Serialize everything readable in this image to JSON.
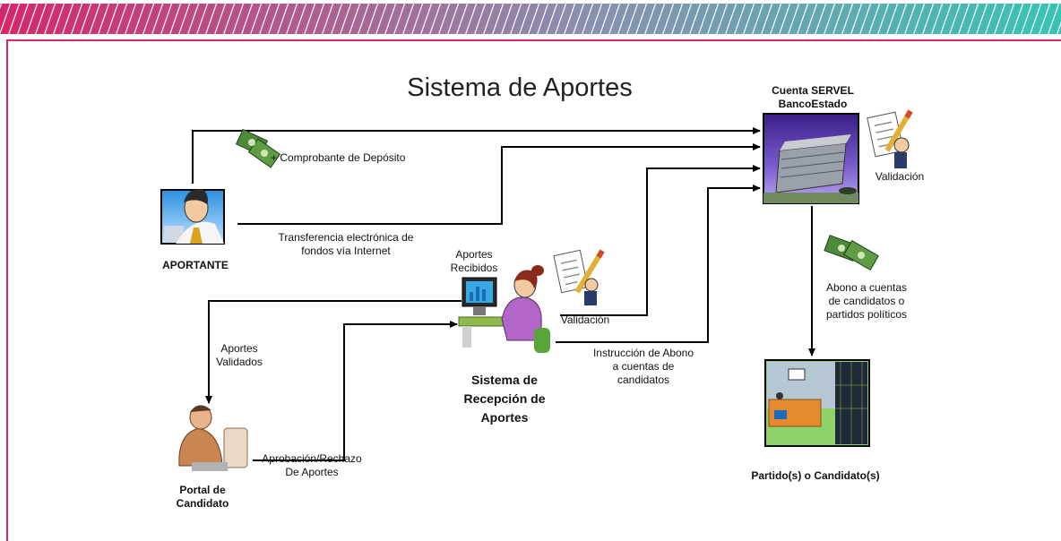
{
  "title": "Sistema de Aportes",
  "nodes": {
    "servel": "Cuenta SERVEL\nBancoEstado",
    "aportante": "APORTANTE",
    "sistema": "Sistema de\nRecepción de\nAportes",
    "portal": "Portal de\nCandidato",
    "partido": "Partido(s) o Candidato(s)"
  },
  "edges": {
    "comprobante": "+  Comprobante de Depósito",
    "transferencia": "Transferencia electrónica de\nfondos vía Internet",
    "validacion_bank": "Validación",
    "aportes_recibidos": "Aportes\nRecibidos",
    "validacion_sys": "Validación",
    "aportes_validados": "Aportes\nValidados",
    "aprobacion": "Aprobación/Rechazo\nDe Aportes",
    "instruccion": "Instrucción de Abono\na cuentas de\ncandidatos",
    "abono": "Abono a cuentas\nde candidatos o\npartidos políticos"
  },
  "colors": {
    "stripe_start": "#d5276a",
    "stripe_end": "#38c3b3",
    "frame": "#d5276a"
  },
  "icons": [
    "money-icon",
    "validation-clipboard-icon",
    "bank-building-icon",
    "person-icon",
    "computer-user-icon",
    "office-icon",
    "desk-worker-icon"
  ]
}
